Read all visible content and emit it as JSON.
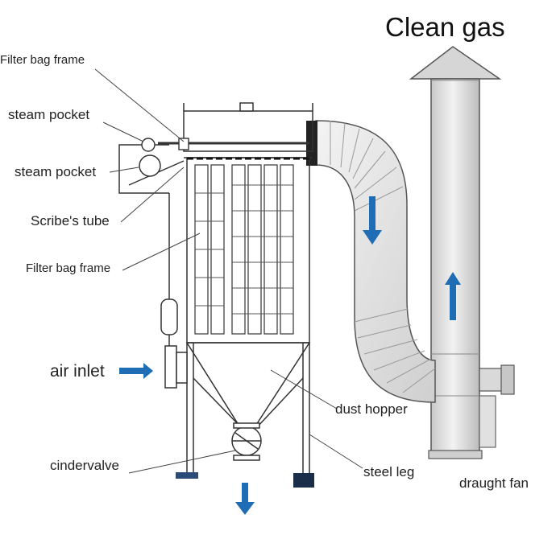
{
  "labels": {
    "filter_bag_frame_top": "Filter bag frame",
    "steam_pocket_1": "steam pocket",
    "steam_pocket_2": "steam pocket",
    "scribes_tube": "Scribe's tube",
    "filter_bag_frame_mid": "Filter bag frame",
    "air_inlet": "air inlet",
    "cindervalve": "cindervalve",
    "clean_gas": "Clean gas",
    "dust_hopper": "dust hopper",
    "steel_leg": "steel leg",
    "draught_fan": "draught fan"
  },
  "colors": {
    "arrow_blue": "#1f6db5",
    "line": "#333333",
    "pipe_fill": "#e4e4e4",
    "pipe_shade": "#bdbdbd"
  }
}
